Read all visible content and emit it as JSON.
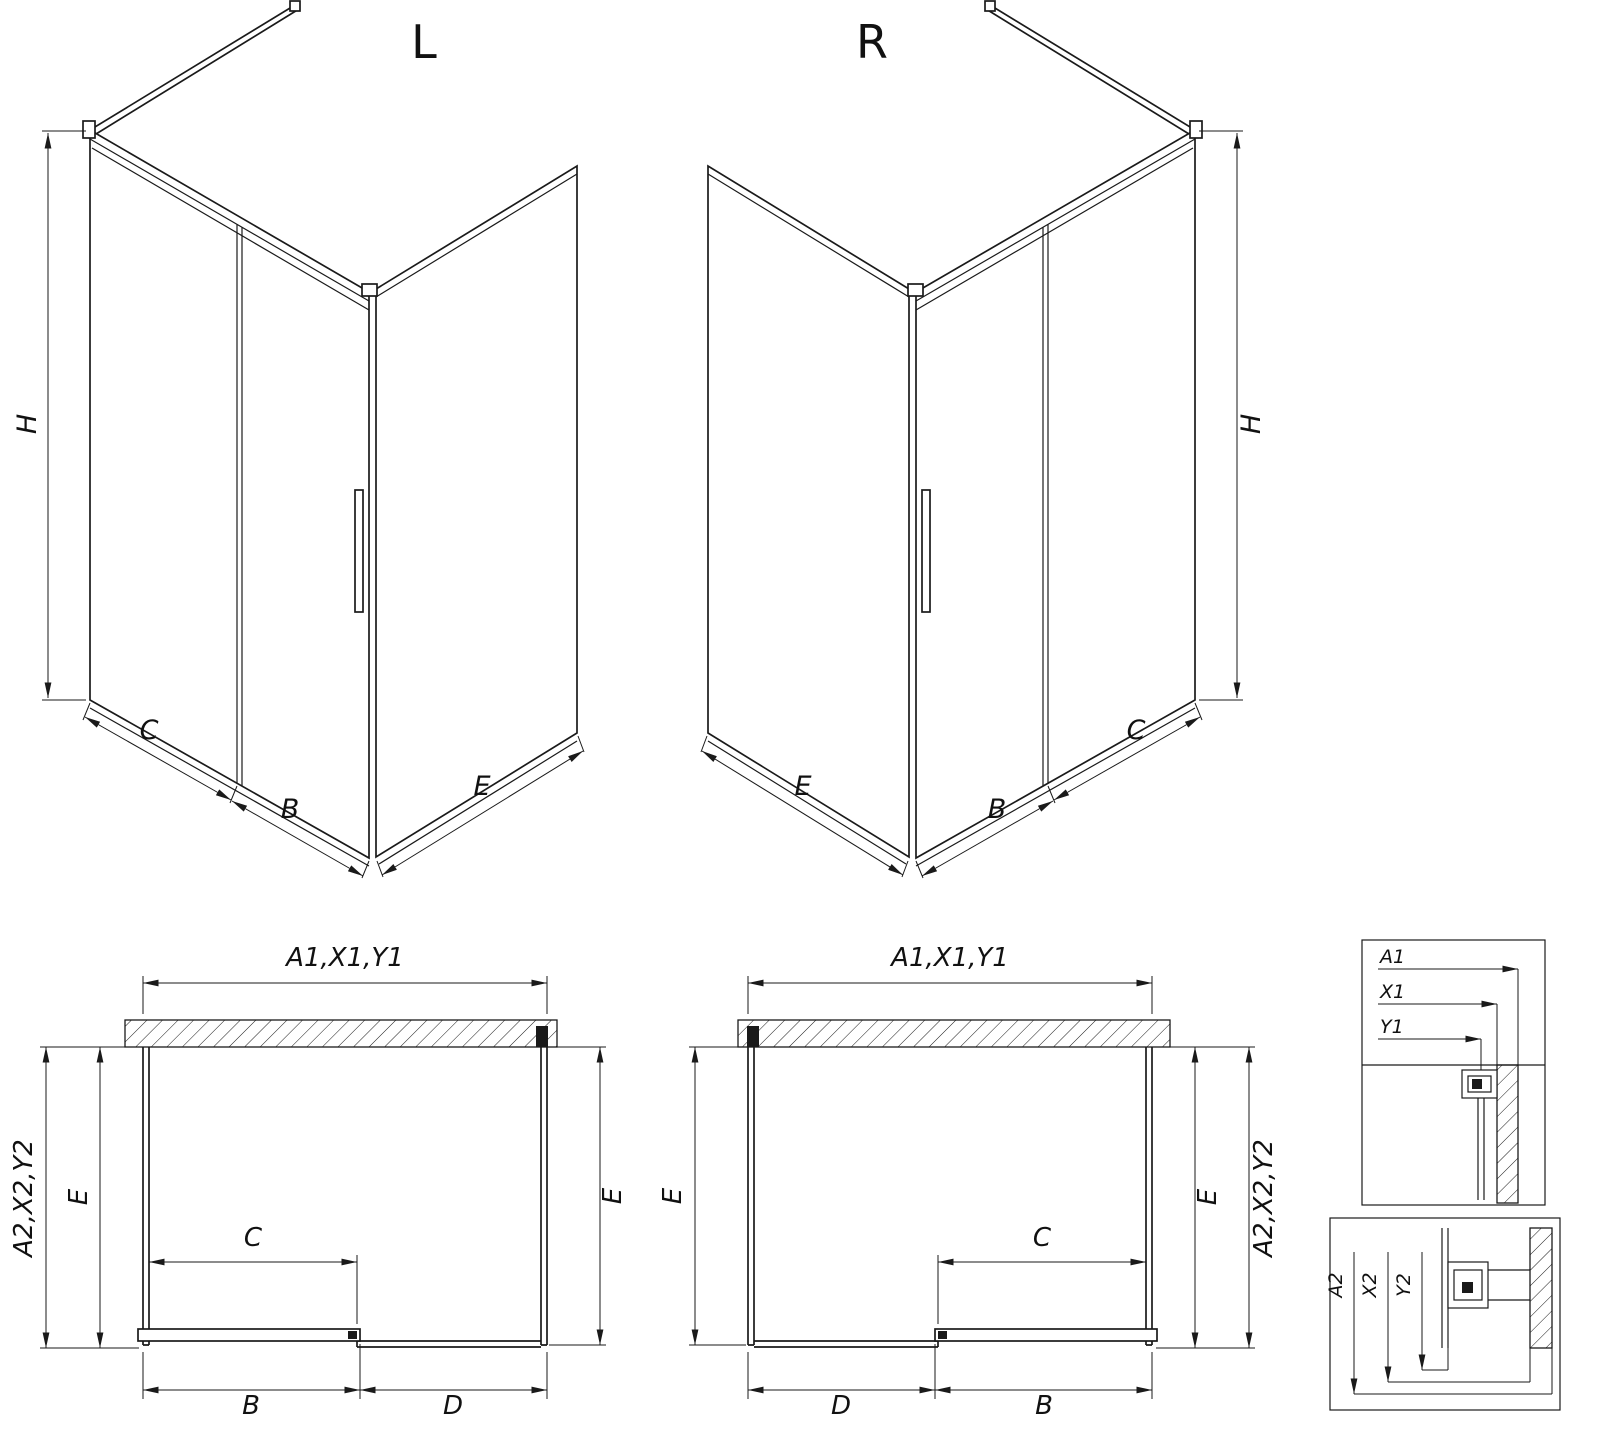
{
  "colors": {
    "line": "#1a1a1a",
    "background": "#ffffff"
  },
  "views": {
    "iso_left": {
      "title": "L",
      "dims": {
        "height": "H",
        "fixed_panel": "C",
        "door": "B",
        "side_panel": "E"
      }
    },
    "iso_right": {
      "title": "R",
      "dims": {
        "height": "H",
        "fixed_panel": "C",
        "door": "B",
        "side_panel": "E"
      }
    },
    "plan_left": {
      "dims": {
        "top": "A1,X1,Y1",
        "left_outer": "A2,X2,Y2",
        "left_inner": "E",
        "right": "E",
        "door_opening": "C",
        "bottom_left": "B",
        "bottom_right": "D"
      }
    },
    "plan_right": {
      "dims": {
        "top": "A1,X1,Y1",
        "left": "E",
        "right_inner": "E",
        "right_outer": "A2,X2,Y2",
        "door_opening": "C",
        "bottom_left": "D",
        "bottom_right": "B"
      }
    },
    "detail_width": {
      "dims": [
        "A1",
        "X1",
        "Y1"
      ]
    },
    "detail_depth": {
      "dims": [
        "A2",
        "X2",
        "Y2"
      ]
    }
  }
}
